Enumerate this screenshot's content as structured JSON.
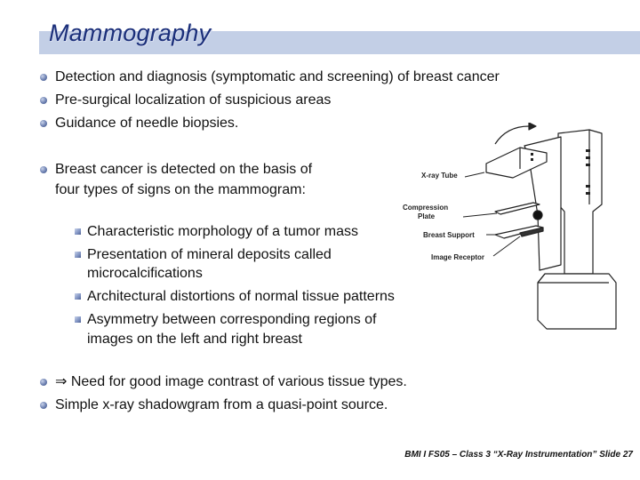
{
  "title": "Mammography",
  "bullets_top": [
    "Detection and diagnosis (symptomatic and screening) of breast cancer",
    "Pre-surgical localization of suspicious areas",
    "Guidance of needle biopsies."
  ],
  "signs": {
    "line1": "Breast cancer is detected on the basis of",
    "line2": "four types of signs on the mammogram:",
    "items": [
      {
        "line1": "Characteristic morphology of a tumor mass",
        "line2": ""
      },
      {
        "line1": "Presentation of mineral deposits called",
        "line2": "microcalcifications"
      },
      {
        "line1": "Architectural distortions of normal tissue patterns",
        "line2": ""
      },
      {
        "line1": "Asymmetry between corresponding regions of",
        "line2": "images on the left and right breast"
      }
    ]
  },
  "bullets_bottom": [
    "⇒ Need for good image contrast of various tissue types.",
    "Simple x-ray shadowgram from a quasi-point source."
  ],
  "diagram_labels": {
    "tube": "X-ray Tube",
    "compression1": "Compression",
    "compression2": "Plate",
    "support": "Breast Support",
    "receptor": "Image Receptor"
  },
  "footer": "BMI I FS05 – Class 3 “X-Ray Instrumentation” Slide 27"
}
